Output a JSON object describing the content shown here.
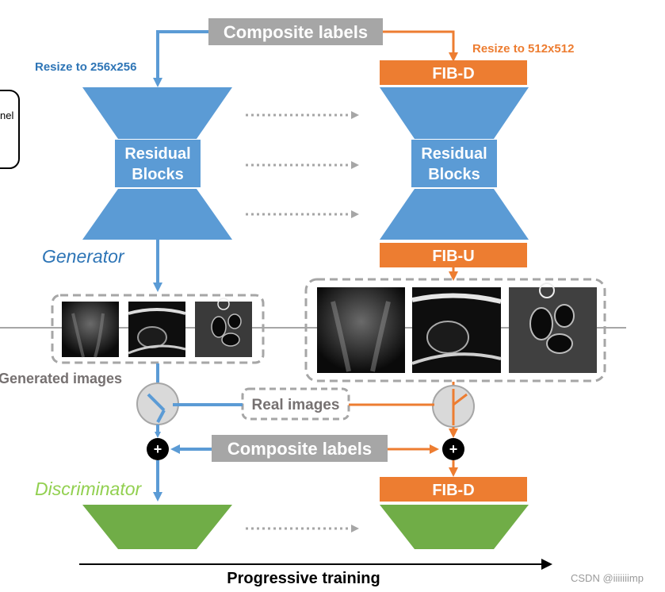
{
  "top_composite_label": "Composite labels",
  "resize_256": "Resize to 256x256",
  "resize_512": "Resize to 512x512",
  "fib_d": "FIB-D",
  "fib_u": "FIB-U",
  "residual_line1": "Residual",
  "residual_line2": "Blocks",
  "generator_label": "Generator",
  "partial_left_text": "nel",
  "generated_images_label": "Generated images",
  "real_images_label": "Real images",
  "bottom_composite_label": "Composite labels",
  "plus_symbol": "+",
  "discriminator_label": "Discriminator",
  "progressive_training": "Progressive training",
  "watermark": "CSDN @iiiiiiimp",
  "colors": {
    "blue": "#5b9bd5",
    "blue_text": "#2e75b6",
    "orange": "#ed7d31",
    "gray_box": "#a6a6a6",
    "gray_text": "#767171",
    "green": "#70ad47",
    "green_text": "#92d050"
  },
  "icons": [
    "arrow-down-icon",
    "dotted-arrow-right-icon",
    "plus-circle-icon",
    "switch-icon"
  ]
}
